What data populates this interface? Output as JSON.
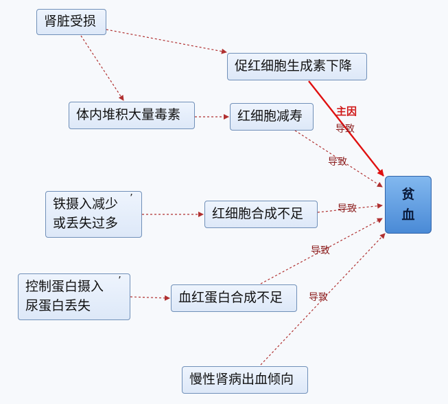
{
  "nodes": {
    "kidney_damage": "肾脏受损",
    "epo_decline": "促红细胞生成素下降",
    "toxins": "体内堆积大量毒素",
    "rbc_lifespan": "红细胞减寿",
    "iron_line1": "铁摄入减少",
    "iron_line2": "或丢失过多",
    "rbc_synthesis": "红细胞合成不足",
    "protein_line1": "控制蛋白摄入",
    "protein_line2": "尿蛋白丢失",
    "hb_synthesis": "血红蛋白合成不足",
    "bleeding": "慢性肾病出血倾向",
    "anemia_line1": "贫",
    "anemia_line2": "血"
  },
  "labels": {
    "main_cause": "主因",
    "lead1": "导致",
    "lead2": "导致",
    "lead3": "导致",
    "lead4": "导致",
    "lead5": "导致"
  },
  "ticks": {
    "mark1": "ʼ",
    "mark2": "ʼ"
  },
  "colors": {
    "arrow_dotted": "#b03030",
    "arrow_main": "#e01010",
    "node_border": "#6f8fb8",
    "target_fill": "#4a8ad6"
  }
}
